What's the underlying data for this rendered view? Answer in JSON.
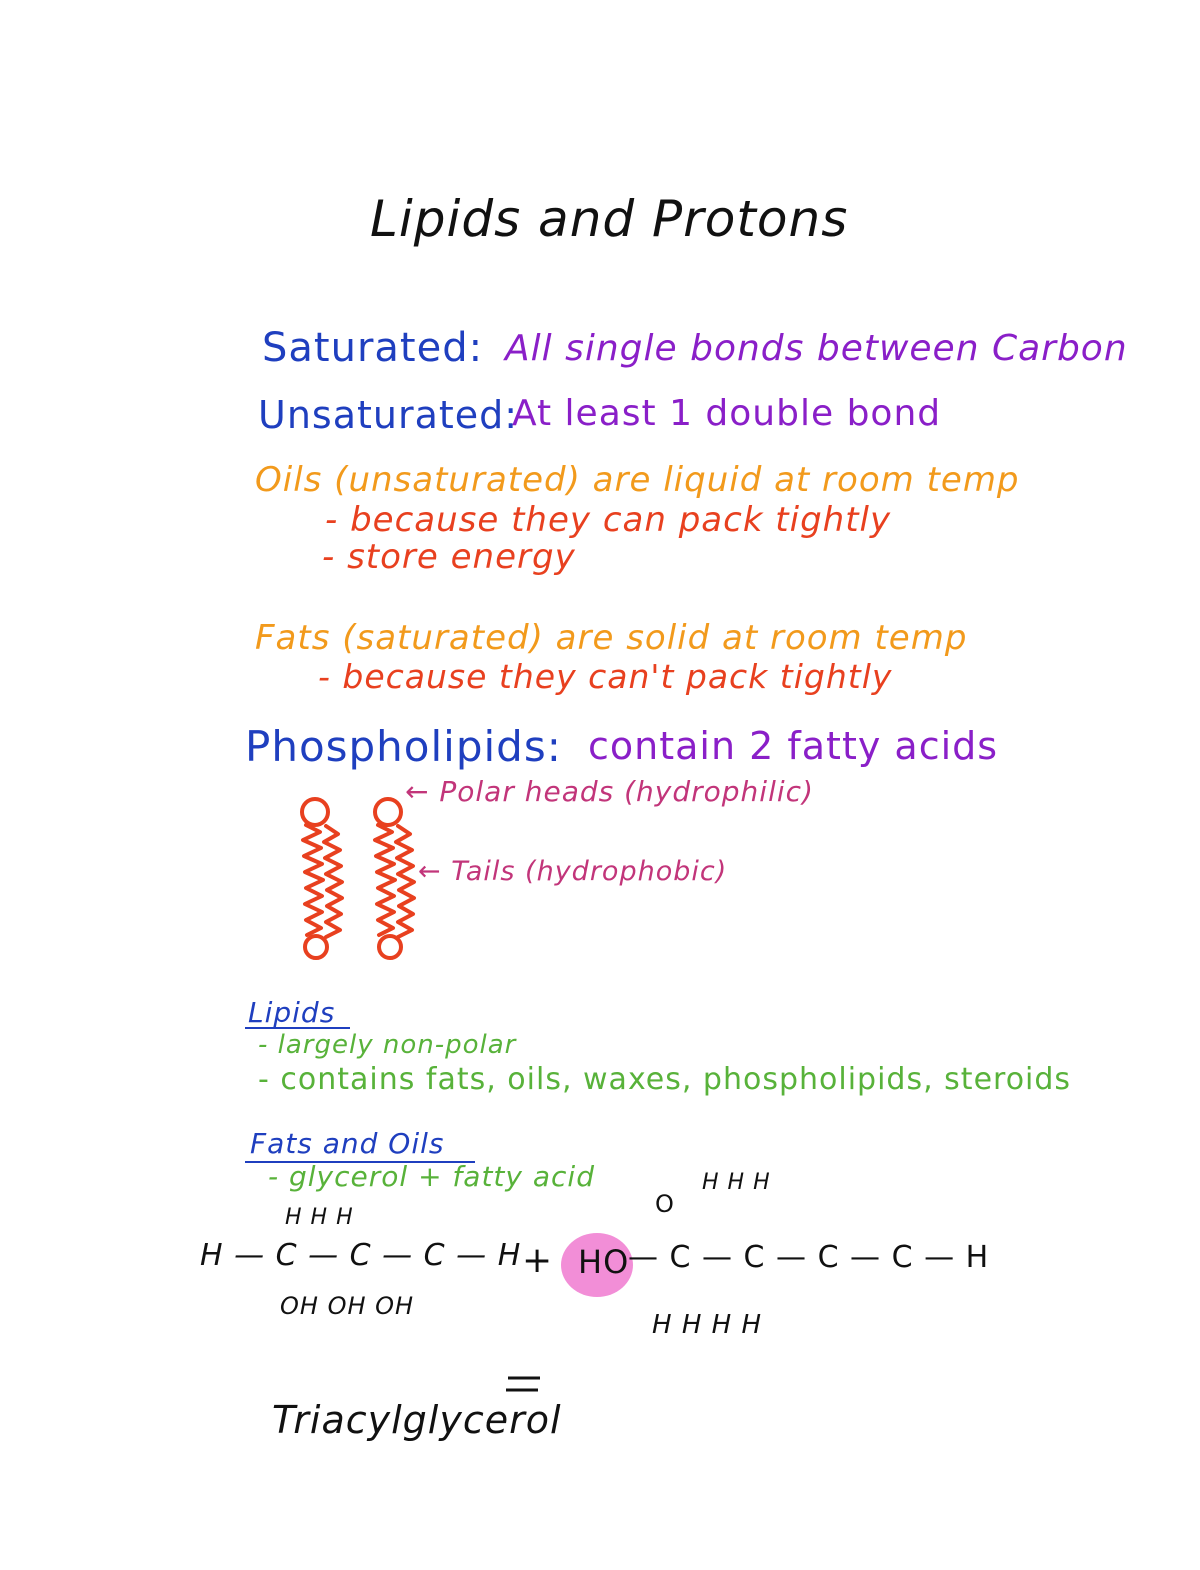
{
  "page": {
    "title": "Lipids and Protons"
  },
  "definitions": {
    "saturated_term": "Saturated:",
    "saturated_def": "All single bonds between Carbon",
    "unsaturated_term": "Unsaturated:",
    "unsaturated_def": "At least 1 double bond"
  },
  "oils": {
    "heading": "Oils (unsaturated) are liquid at room temp",
    "reason": "- because they can pack tightly",
    "function": "- store energy"
  },
  "fats": {
    "heading": "Fats (saturated) are solid at room temp",
    "reason": "- because they can't pack tightly"
  },
  "phospholipids": {
    "term": "Phospholipids:",
    "def": "contain 2 fatty acids",
    "heads_label": "← Polar heads (hydrophilic)",
    "tails_label": "← Tails (hydrophobic)"
  },
  "lipids_section": {
    "heading": "Lipids",
    "item1": "- largely non-polar",
    "item2": "- contains fats, oils, waxes, phospholipids, steroids"
  },
  "fats_oils_section": {
    "heading": "Fats and Oils",
    "item1": "- glycerol + fatty acid"
  },
  "equation": {
    "glycerol_top": "H   H   H",
    "glycerol_main": "H — C — C — C — H",
    "glycerol_bottom": "OH  OH  OH",
    "plus": "+",
    "highlight": "HO",
    "acid_top_o": "O",
    "acid_top_h": "H  H  H",
    "acid_main": "— C — C — C — C  — H",
    "acid_bottom": "H  H  H  H",
    "equals": "=",
    "result": "Triacylglycerol"
  },
  "colors": {
    "black": "#111111",
    "blue": "#1f3fbf",
    "purple": "#8a1fc8",
    "orange": "#f29a1c",
    "red": "#e8401f",
    "magenta": "#c2357a",
    "green": "#58b23a",
    "highlight": "#f07ad0"
  }
}
